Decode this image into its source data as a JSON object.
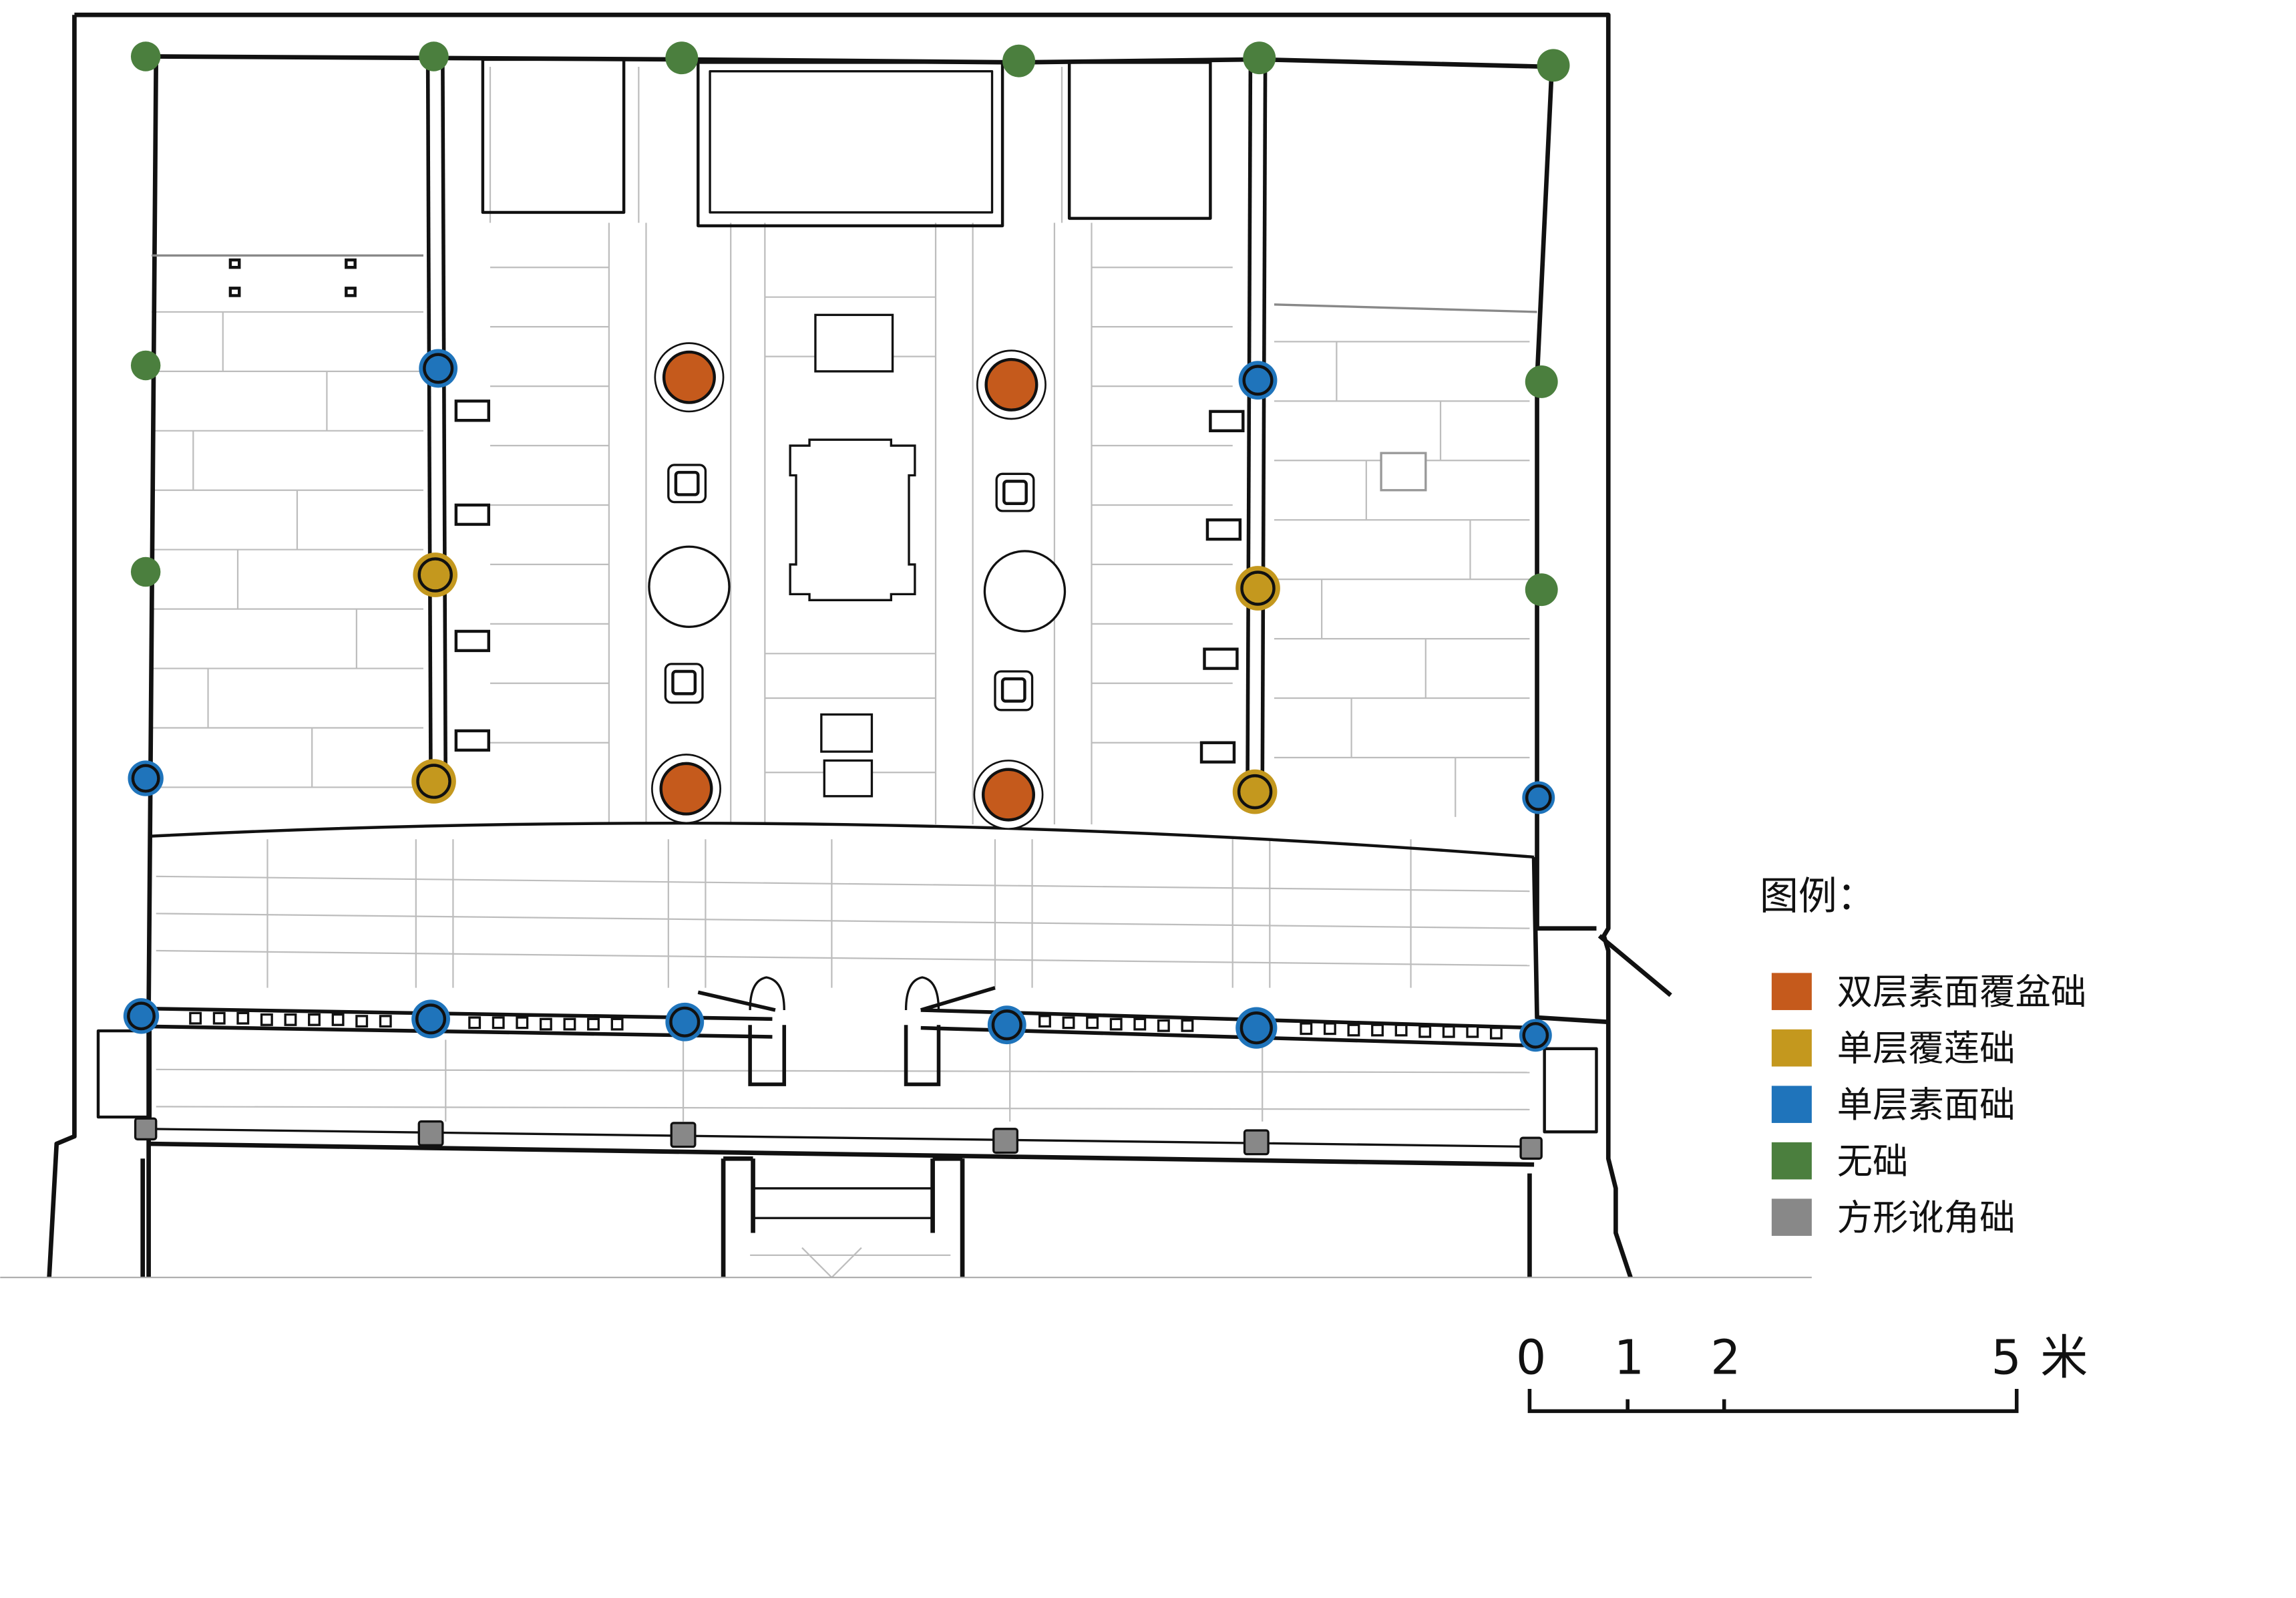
{
  "legend": {
    "title": "图例：",
    "items": [
      {
        "label": "双层素面覆盆础",
        "color": "#c55a1c"
      },
      {
        "label": "单层覆莲础",
        "color": "#c4981e"
      },
      {
        "label": "单层素面础",
        "color": "#1f74bb"
      },
      {
        "label": "无础",
        "color": "#4b7f3e"
      },
      {
        "label": "方形讹角础",
        "color": "#888888"
      }
    ]
  },
  "scale_bar": {
    "ticks": [
      "0",
      "1",
      "2",
      "5"
    ],
    "unit": "米"
  },
  "colors": {
    "line": "#111111",
    "paving": "#b9b9b9"
  }
}
